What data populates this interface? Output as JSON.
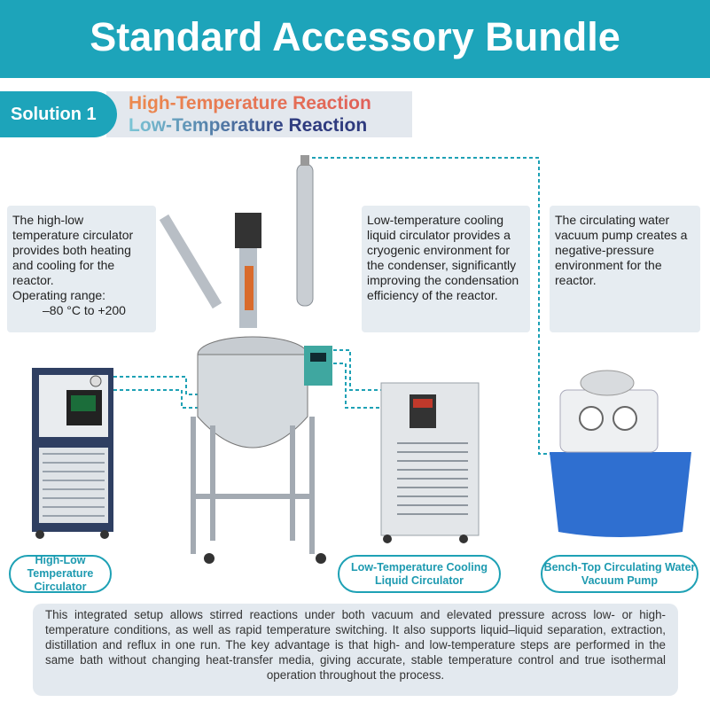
{
  "header": {
    "title": "Standard Accessory Bundle"
  },
  "solution": {
    "badge": "Solution 1",
    "line_high": "High-Temperature Reaction",
    "line_low": "Low-Temperature Reaction"
  },
  "descriptions": {
    "high_low": "The high-low temperature circulator provides both heating and cooling for the reactor.",
    "high_low_range_label": "Operating range:",
    "high_low_range": "–80 °C to +200",
    "cooling": "Low-temperature cooling liquid circulator provides a cryogenic environment for the condenser, significantly improving the condensation efficiency of the reactor.",
    "vacuum": "The circulating water vacuum pump creates a negative-pressure environment for the reactor."
  },
  "labels": {
    "high_low": "High-Low Temperature Circulator",
    "cooling": "Low-Temperature Cooling Liquid Circulator",
    "vacuum": "Bench-Top Circulating Water Vacuum Pump"
  },
  "summary": "This integrated setup allows stirred reactions under both vacuum and elevated pressure across low- or high-temperature conditions, as well as rapid temperature switching. It also supports liquid–liquid separation, extraction, distillation and reflux in one run. The key advantage is that high- and low-temperature steps are performed in the same bath without changing heat-transfer media, giving accurate, stable temperature control and true isothermal operation throughout the process.",
  "colors": {
    "accent": "#1da4ba",
    "panel": "#e6ecf1"
  }
}
